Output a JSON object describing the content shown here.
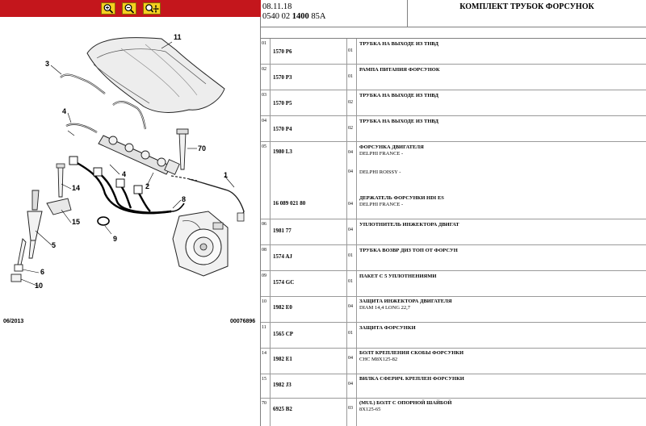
{
  "diagram": {
    "toolbar": {
      "buttons": [
        {
          "name": "zoom-in-button",
          "icon": "magnifier-plus-icon"
        },
        {
          "name": "zoom-out-button",
          "icon": "magnifier-minus-icon"
        },
        {
          "name": "zoom-pan-button",
          "icon": "magnifier-move-icon"
        }
      ]
    },
    "callouts": [
      "11",
      "3",
      "4",
      "70",
      "2",
      "1",
      "4",
      "14",
      "8",
      "15",
      "9",
      "5",
      "6",
      "10"
    ],
    "date": "06/2013",
    "code": "00076896"
  },
  "header": {
    "date": "08.11.18",
    "code_prefix": "0540 02",
    "code_bold": "1400",
    "code_suffix": "85A",
    "title": "КОМПЛЕКТ ТРУБОК ФОРСУНОК"
  },
  "parts": [
    {
      "no": "01",
      "ref": "1570 P6",
      "qty": "01",
      "name": "ТРУБКА НА ВЫХОДЕ ИЗ ТНВД"
    },
    {
      "no": "02",
      "ref": "1570 P3",
      "qty": "01",
      "name": "РАМПА ПИТАНИЯ ФОРСУНОК"
    },
    {
      "no": "03",
      "ref": "1570 P5",
      "qty": "02",
      "name": "ТРУБКА НА ВЫХОДЕ ИЗ ТНВД"
    },
    {
      "no": "04",
      "ref": "1570 P4",
      "qty": "02",
      "name": "ТРУБКА НА ВЫХОДЕ ИЗ ТНВД"
    },
    {
      "no": "05",
      "ref": "1980 L3",
      "qty": "04",
      "name": "ФОРСУНКА ДВИГАТЕЛЯ",
      "sub": "DELPHI FRANCE -",
      "extra_qty": "04",
      "extra_sub": "DELPHI ROISSY -",
      "ref2": "16 089 021 80",
      "qty2": "04",
      "name2": "ДЕРЖАТЕЛЬ ФОРСУНКИ HDI ES",
      "sub2": "DELPHI FRANCE -"
    },
    {
      "no": "06",
      "ref": "1981 77",
      "qty": "04",
      "name": "УПЛОТНИТЕЛЬ ИНЖЕКТОРА ДВИГАТ"
    },
    {
      "no": "08",
      "ref": "1574 AJ",
      "qty": "01",
      "name": "ТРУБКА ВОЗВР ДИЗ ТОП ОТ ФОРСУН"
    },
    {
      "no": "09",
      "ref": "1574 GC",
      "qty": "01",
      "name": "ПАКЕТ С 5 УПЛОТНЕНИЯМИ"
    },
    {
      "no": "10",
      "ref": "1982 E0",
      "qty": "04",
      "name": "ЗАЩИТА ИНЖЕКТОРА ДВИГАТЕЛЯ",
      "sub": "DIAM 14,4 LONG 22,7"
    },
    {
      "no": "11",
      "ref": "1565 CP",
      "qty": "01",
      "name": "ЗАЩИТА ФОРСУНКИ"
    },
    {
      "no": "14",
      "ref": "1982 E1",
      "qty": "04",
      "name": "БОЛТ КРЕПЛЕНИЯ СКОБЫ ФОРСУНКИ",
      "sub": "CHC M8X125-82"
    },
    {
      "no": "15",
      "ref": "1982 J3",
      "qty": "04",
      "name": "ВИЛКА СФЕРИЧ. КРЕПЛЕН ФОРСУНКИ"
    },
    {
      "no": "70",
      "ref": "6925 B2",
      "qty": "03",
      "name": "(MUL) БОЛТ С ОПОРНОЙ ШАЙБОЙ",
      "sub": "8X125-65"
    }
  ]
}
